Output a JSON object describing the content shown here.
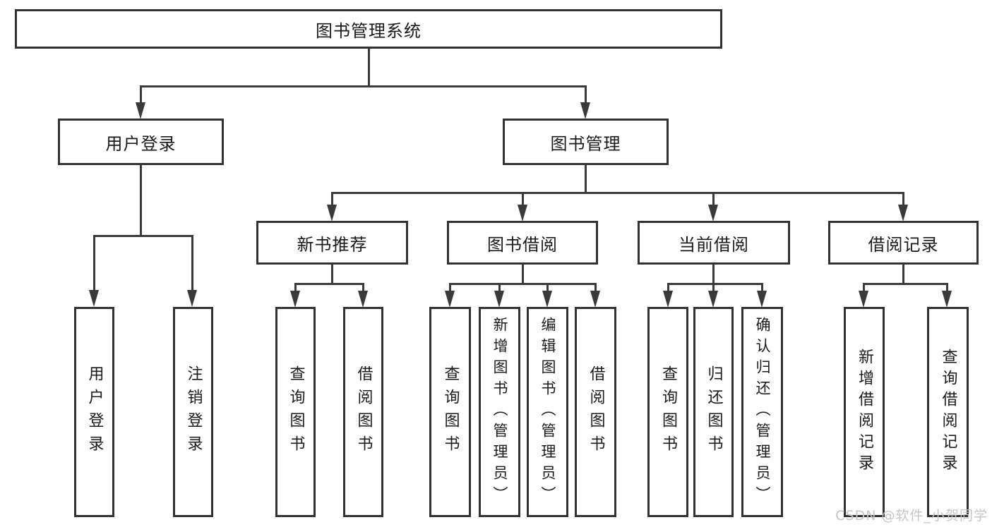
{
  "colors": {
    "background": "#ffffff",
    "box_border": "#323232",
    "line": "#3a3a3a",
    "text": "#1a1a1a",
    "watermark": "#c6c6c6"
  },
  "root": {
    "label": "图书管理系统"
  },
  "user_branch": {
    "label": "用户登录",
    "leaves": [
      "用户登录",
      "注销登录"
    ]
  },
  "mgmt_branch": {
    "label": "图书管理"
  },
  "sections": [
    {
      "label": "新书推荐",
      "leaves": [
        "查询图书",
        "借阅图书"
      ]
    },
    {
      "label": "图书借阅",
      "leaves": [
        "查询图书",
        "新增图书（管理员）",
        "编辑图书（管理员）",
        "借阅图书"
      ]
    },
    {
      "label": "当前借阅",
      "leaves": [
        "查询图书",
        "归还图书",
        "确认归还（管理员）"
      ]
    },
    {
      "label": "借阅记录",
      "leaves": [
        "新增借阅记录",
        "查询借阅记录"
      ]
    }
  ],
  "watermark": "CSDN @软件_小贺同学"
}
